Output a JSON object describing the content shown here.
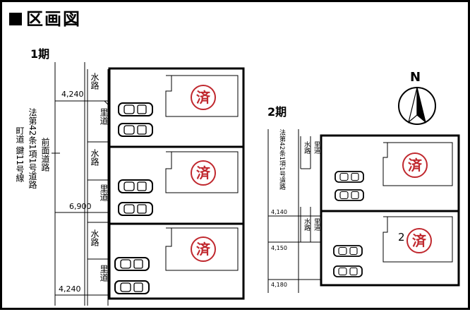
{
  "title": "区画図",
  "phase1": {
    "label": "1期",
    "road_legal": "法第42条1項1号道路",
    "road_front": "前面道路",
    "road_town": "町道 鍵11号線",
    "waterway": "水路",
    "village_road": "里道",
    "widths": [
      "4,240",
      "6,900",
      "4,240"
    ],
    "lots": [
      {
        "stamp": "済"
      },
      {
        "stamp": "済"
      },
      {
        "stamp": "済"
      }
    ]
  },
  "phase2": {
    "label": "2期",
    "road_legal": "法第42条1項1号道路",
    "waterway": "水路",
    "village_road": "里道",
    "widths": [
      "4,140",
      "4,150",
      "4,180"
    ],
    "lot_number": "2",
    "lots": [
      {
        "stamp": "済"
      },
      {
        "stamp": "済"
      }
    ]
  },
  "compass": {
    "label": "N"
  },
  "colors": {
    "stamp": "#c0282e",
    "line": "#000000"
  }
}
